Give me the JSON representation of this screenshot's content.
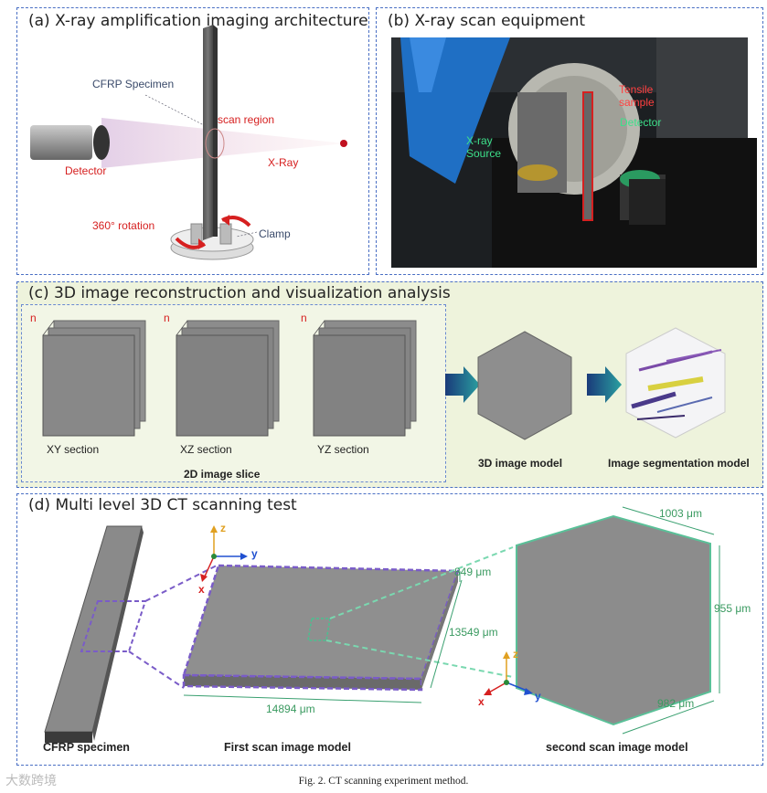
{
  "panel_a": {
    "title": "(a)  X-ray amplification imaging architecture",
    "specimen_label": "CFRP Specimen",
    "scan_region_label": "scan region",
    "detector_label": "Detector",
    "xray_label": "X-Ray",
    "rotation_label": "360° rotation",
    "clamp_label": "Clamp"
  },
  "panel_b": {
    "title": "(b)  X-ray scan equipment",
    "tensile_label": "Tensile\nsample",
    "detector_label": "Detector",
    "source_label": "X-ray\nSource"
  },
  "panel_c": {
    "title": "(c)  3D image reconstruction and visualization analysis",
    "slices": [
      {
        "label": "XY section",
        "n": "n"
      },
      {
        "label": "XZ section",
        "n": "n"
      },
      {
        "label": "YZ section",
        "n": "n"
      }
    ],
    "slice_group_label": "2D image slice",
    "model_label": "3D image model",
    "segmentation_label": "Image segmentation model"
  },
  "panel_d": {
    "title": "(d)  Multi level 3D CT scanning test",
    "specimen_label": "CFRP specimen",
    "first_label": "First scan image model",
    "second_label": "second scan image model",
    "dims_first": {
      "thickness": "849 μm",
      "length": "13549 μm",
      "width": "14894 μm"
    },
    "dims_second": {
      "top": "1003 μm",
      "right": "955 μm",
      "bottom": "982 μm"
    },
    "axes": {
      "x": "x",
      "y": "y",
      "z": "z"
    }
  },
  "caption": "Fig. 2.  CT scanning experiment method.",
  "watermark": "大数跨境",
  "colors": {
    "panel_border": "#4a6fc4",
    "accent_red": "#d62020",
    "dim_green": "#3aa070",
    "purple": "#7a5cc8",
    "panel_c_bg": "#eef3dc"
  }
}
